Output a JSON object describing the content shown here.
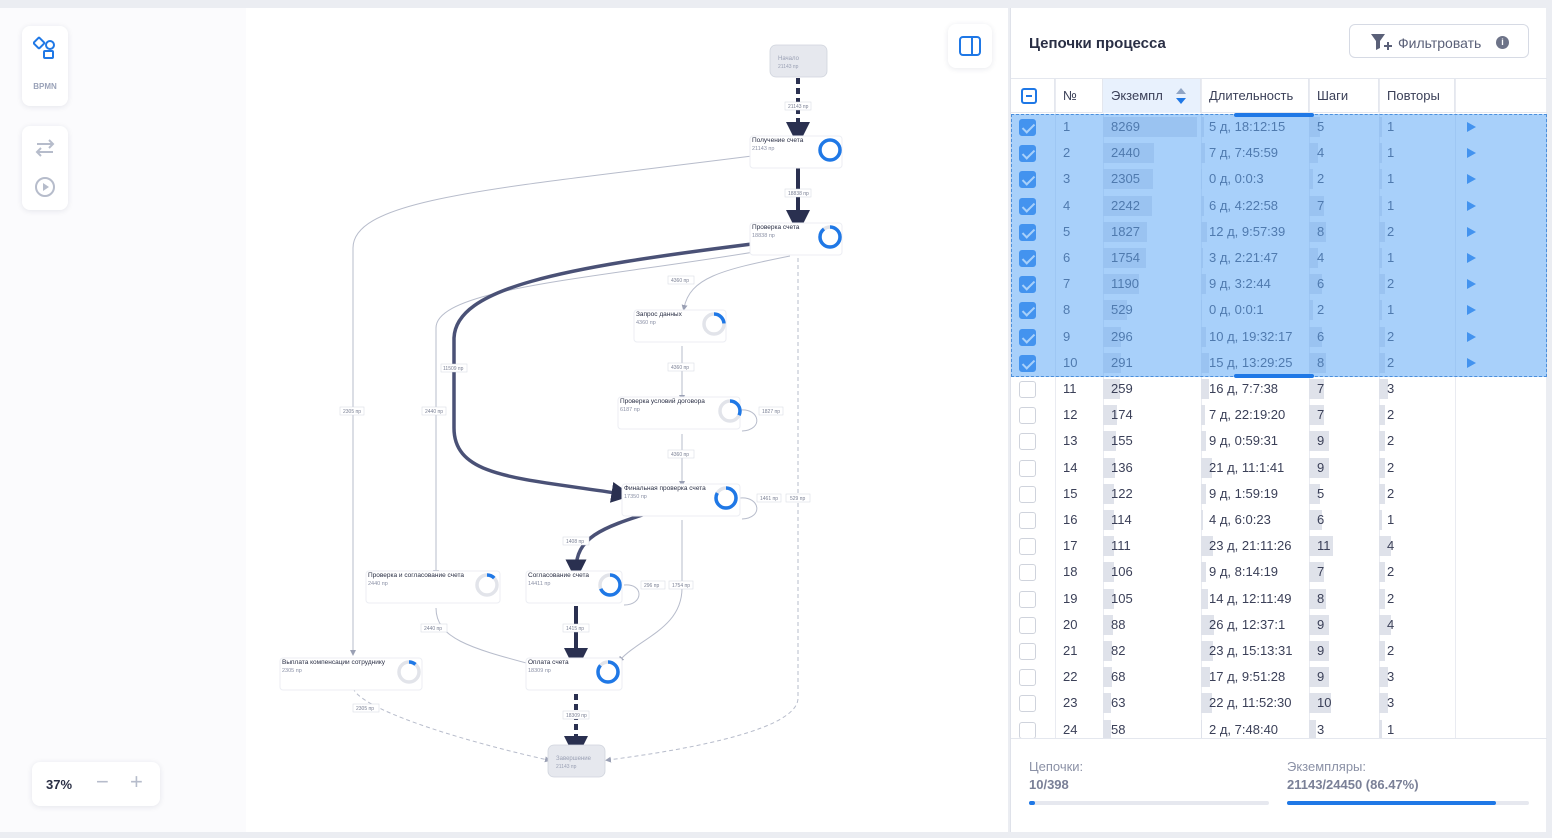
{
  "toolbar": {
    "bpmn_label": "BPMN",
    "zoom_value": "37%",
    "zoom_minus": "−",
    "zoom_plus": "+"
  },
  "graph": {
    "nodes": [
      {
        "name": "Начало",
        "count": "21143 пр"
      },
      {
        "name": "Получение счета",
        "count": "21143 пр"
      },
      {
        "name": "Проверка счета",
        "count": "18838 пр"
      },
      {
        "name": "Запрос данных",
        "count": "4360 пр"
      },
      {
        "name": "Проверка условий договора",
        "count": "6187 пр"
      },
      {
        "name": "Финальная проверка счета",
        "count": "17350 пр"
      },
      {
        "name": "Проверка и согласование счета",
        "count": "2440 пр"
      },
      {
        "name": "Согласование счета",
        "count": "14411 пр"
      },
      {
        "name": "Выплата компенсации сотруднику",
        "count": "2305 пр"
      },
      {
        "name": "Оплата счета",
        "count": "18309 пр"
      },
      {
        "name": "Завершение",
        "count": "21143 пр"
      }
    ],
    "edges": [
      "21143 пр",
      "18838 пр",
      "4360 пр",
      "4360 пр",
      "4360 пр",
      "1827 пр",
      "11509 пр",
      "2440 пр",
      "2305 пр",
      "1461 пр",
      "529 пр",
      "1408 пр",
      "296 пр",
      "1754 пр",
      "2440 пр",
      "1415 пр",
      "2305 пр",
      "18309 пр"
    ]
  },
  "panel": {
    "title": "Цепочки процесса",
    "filter_label": "Фильтровать",
    "info": "i",
    "columns": {
      "num": "№",
      "instances": "Экземпл",
      "duration": "Длительность",
      "steps": "Шаги",
      "repeats": "Повторы"
    },
    "rows": [
      {
        "n": "1",
        "inst": "8269",
        "dur": "5 д, 18:12:15",
        "steps": "5",
        "rep": "1",
        "sel": true
      },
      {
        "n": "2",
        "inst": "2440",
        "dur": "7 д, 7:45:59",
        "steps": "4",
        "rep": "1",
        "sel": true
      },
      {
        "n": "3",
        "inst": "2305",
        "dur": "0 д, 0:0:3",
        "steps": "2",
        "rep": "1",
        "sel": true
      },
      {
        "n": "4",
        "inst": "2242",
        "dur": "6 д, 4:22:58",
        "steps": "7",
        "rep": "1",
        "sel": true
      },
      {
        "n": "5",
        "inst": "1827",
        "dur": "12 д, 9:57:39",
        "steps": "8",
        "rep": "2",
        "sel": true
      },
      {
        "n": "6",
        "inst": "1754",
        "dur": "3 д, 2:21:47",
        "steps": "4",
        "rep": "1",
        "sel": true
      },
      {
        "n": "7",
        "inst": "1190",
        "dur": "9 д, 3:2:44",
        "steps": "6",
        "rep": "2",
        "sel": true
      },
      {
        "n": "8",
        "inst": "529",
        "dur": "0 д, 0:0:1",
        "steps": "2",
        "rep": "1",
        "sel": true
      },
      {
        "n": "9",
        "inst": "296",
        "dur": "10 д, 19:32:17",
        "steps": "6",
        "rep": "2",
        "sel": true
      },
      {
        "n": "10",
        "inst": "291",
        "dur": "15 д, 13:29:25",
        "steps": "8",
        "rep": "2",
        "sel": true
      },
      {
        "n": "11",
        "inst": "259",
        "dur": "16 д, 7:7:38",
        "steps": "7",
        "rep": "3",
        "sel": false
      },
      {
        "n": "12",
        "inst": "174",
        "dur": "7 д, 22:19:20",
        "steps": "7",
        "rep": "2",
        "sel": false
      },
      {
        "n": "13",
        "inst": "155",
        "dur": "9 д, 0:59:31",
        "steps": "9",
        "rep": "2",
        "sel": false
      },
      {
        "n": "14",
        "inst": "136",
        "dur": "21 д, 11:1:41",
        "steps": "9",
        "rep": "2",
        "sel": false
      },
      {
        "n": "15",
        "inst": "122",
        "dur": "9 д, 1:59:19",
        "steps": "5",
        "rep": "2",
        "sel": false
      },
      {
        "n": "16",
        "inst": "114",
        "dur": "4 д, 6:0:23",
        "steps": "6",
        "rep": "1",
        "sel": false
      },
      {
        "n": "17",
        "inst": "111",
        "dur": "23 д, 21:11:26",
        "steps": "11",
        "rep": "4",
        "sel": false
      },
      {
        "n": "18",
        "inst": "106",
        "dur": "9 д, 8:14:19",
        "steps": "7",
        "rep": "2",
        "sel": false
      },
      {
        "n": "19",
        "inst": "105",
        "dur": "14 д, 12:11:49",
        "steps": "8",
        "rep": "2",
        "sel": false
      },
      {
        "n": "20",
        "inst": "88",
        "dur": "26 д, 12:37:1",
        "steps": "9",
        "rep": "4",
        "sel": false
      },
      {
        "n": "21",
        "inst": "82",
        "dur": "23 д, 15:13:31",
        "steps": "9",
        "rep": "2",
        "sel": false
      },
      {
        "n": "22",
        "inst": "68",
        "dur": "17 д, 9:51:28",
        "steps": "9",
        "rep": "3",
        "sel": false
      },
      {
        "n": "23",
        "inst": "63",
        "dur": "22 д, 11:52:30",
        "steps": "10",
        "rep": "3",
        "sel": false
      },
      {
        "n": "24",
        "inst": "58",
        "dur": "2 д, 7:48:40",
        "steps": "3",
        "rep": "1",
        "sel": false
      }
    ]
  },
  "footer": {
    "chains_label": "Цепочки:",
    "chains_value": "10/398",
    "chains_fraction": 0.025,
    "instances_label": "Экземпляры:",
    "instances_value": "21143/24450 (86.47%)",
    "instances_fraction": 0.8647
  },
  "colors": {
    "accent": "#1f78e6",
    "selection": "#60aaf5",
    "edge_dark": "#2a3050"
  }
}
